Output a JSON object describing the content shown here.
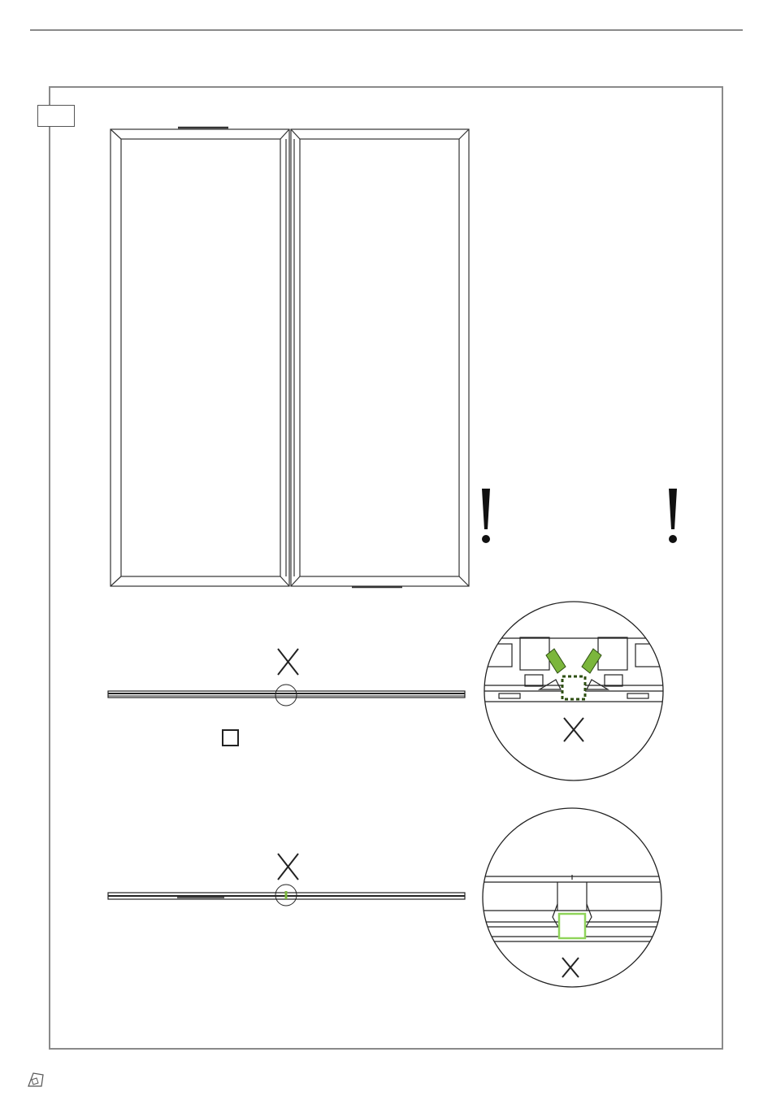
{
  "diagram": {
    "wardrobe": {
      "doors": 2
    },
    "steps": [
      {
        "marker": "X"
      },
      {
        "marker": "X"
      }
    ],
    "details": [
      {
        "marker": "X",
        "accent": "#7bb63c"
      },
      {
        "marker": "X",
        "accent": "#8fd45a"
      }
    ],
    "warnings": [
      "!",
      "!"
    ],
    "colors": {
      "line": "#333333",
      "frame": "#8a8a8a",
      "green": "#7bb63c"
    },
    "icons": [
      "step-number-box",
      "exclamation-icon",
      "checkbox-icon",
      "manual-page-icon"
    ]
  }
}
